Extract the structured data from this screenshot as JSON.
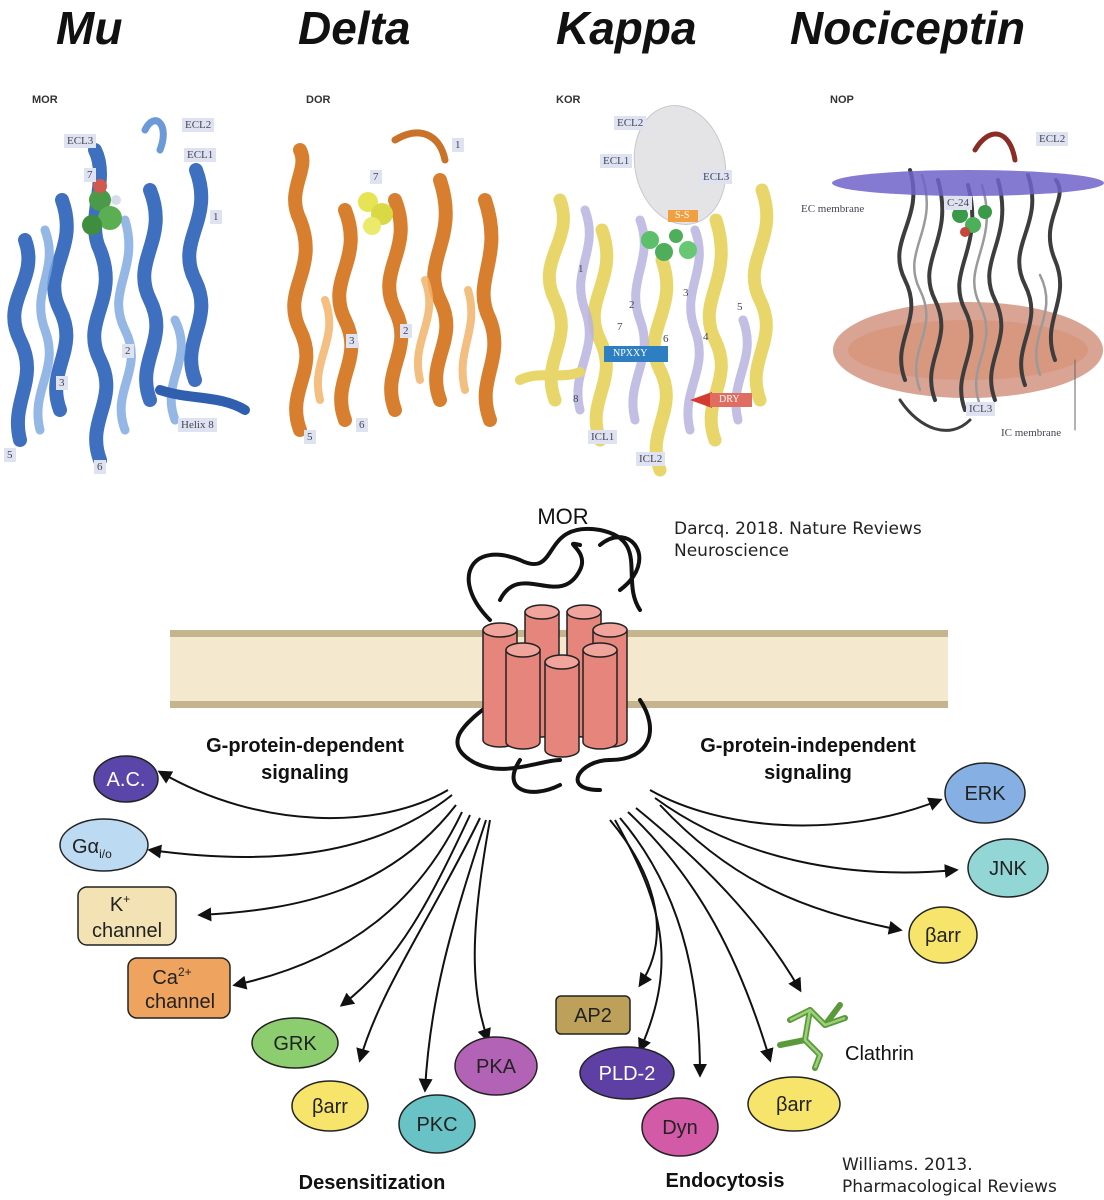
{
  "receptor_titles": {
    "mu": "Mu",
    "delta": "Delta",
    "kappa": "Kappa",
    "nociceptin": "Nociceptin"
  },
  "panels": {
    "mor": {
      "code": "MOR",
      "labels": [
        "ECL3",
        "ECL2",
        "ECL1",
        "7",
        "1",
        "2",
        "3",
        "5",
        "6",
        "Helix 8"
      ]
    },
    "dor": {
      "code": "DOR",
      "labels": [
        "1",
        "7",
        "2",
        "3",
        "5",
        "6"
      ]
    },
    "kor": {
      "code": "KOR",
      "labels": [
        "ECL2",
        "ECL1",
        "ECL3",
        "S-S",
        "NPXXY",
        "DRY",
        "ICL1",
        "ICL2",
        "1",
        "2",
        "3",
        "4",
        "5",
        "6",
        "7",
        "8"
      ]
    },
    "nop": {
      "code": "NOP",
      "labels": [
        "ECL2",
        "EC membrane",
        "C-24",
        "ICL3",
        "IC membrane"
      ]
    }
  },
  "citations": {
    "top": [
      "Darcq. 2018. Nature Reviews",
      "Neuroscience"
    ],
    "bottom": [
      "Williams. 2013.",
      "Pharmacological Reviews"
    ]
  },
  "diagram": {
    "receptor_label": "MOR",
    "g_dependent": [
      "G-protein-dependent",
      "signaling"
    ],
    "g_independent": [
      "G-protein-independent",
      "signaling"
    ],
    "desensitization": "Desensitization",
    "endocytosis": "Endocytosis",
    "clathrin": "Clathrin",
    "nodes": {
      "ac": "A.C.",
      "galpha_main": "Gα",
      "galpha_sub": "i/o",
      "k_main": "K",
      "k_sup": "+",
      "k_line2": "channel",
      "ca_main": "Ca",
      "ca_sup": "2+",
      "ca_line2": "channel",
      "grk": "GRK",
      "barr_desens": "βarr",
      "pkc": "PKC",
      "pka": "PKA",
      "ap2": "AP2",
      "pld2": "PLD-2",
      "dyn": "Dyn",
      "barr_endo": "βarr",
      "erk": "ERK",
      "jnk": "JNK",
      "barr_indep": "βarr"
    },
    "colors": {
      "ac": "#5a45a8",
      "galpha": "#bcdaf2",
      "k": "#f3e2b3",
      "ca": "#eea45f",
      "grk": "#8ccd6f",
      "barr": "#f7e46a",
      "pkc": "#68c2c6",
      "pka": "#b263b5",
      "ap2": "#bda15a",
      "pld2": "#5e3fa3",
      "dyn": "#d25aa6",
      "erk": "#86b0e3",
      "jnk": "#92d7d6",
      "membrane": "#f4e9cf",
      "receptor": "#e6857b"
    }
  }
}
